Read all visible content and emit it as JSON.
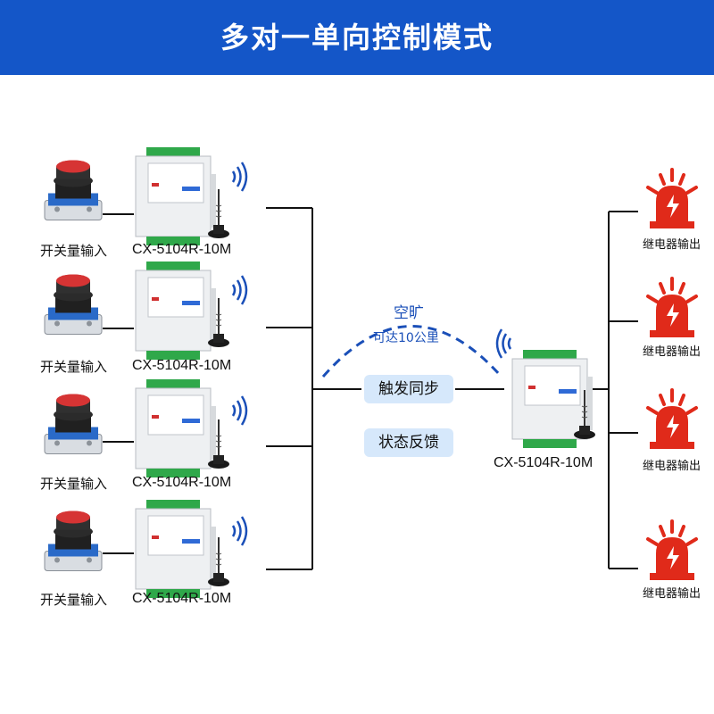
{
  "header": {
    "title": "多对一单向控制模式"
  },
  "inputs": [
    {
      "input_label": "开关量输入",
      "model": "CX-5104R-10M"
    },
    {
      "input_label": "开关量输入",
      "model": "CX-5104R-10M"
    },
    {
      "input_label": "开关量输入",
      "model": "CX-5104R-10M"
    },
    {
      "input_label": "开关量输入",
      "model": "CX-5104R-10M"
    }
  ],
  "link": {
    "environment": "空旷",
    "range": "可达10公里",
    "feature_1": "触发同步",
    "feature_2": "状态反馈"
  },
  "receiver": {
    "model": "CX-5104R-10M"
  },
  "outputs": [
    {
      "label": "继电器输出"
    },
    {
      "label": "继电器输出"
    },
    {
      "label": "继电器输出"
    },
    {
      "label": "继电器输出"
    }
  ],
  "colors": {
    "header_bg": "#1456c8",
    "arc": "#1a4fb8",
    "pill_bg": "#d6e8fb",
    "alarm_red": "#e02a1a",
    "terminal_green": "#2fa84a",
    "button_red": "#c8282a"
  }
}
